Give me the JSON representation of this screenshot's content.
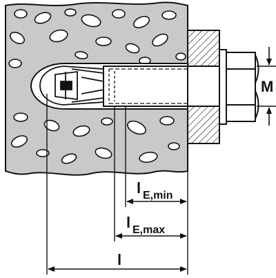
{
  "labels": {
    "m_main": "M",
    "le_min_l": "l",
    "le_min_sub": "E,min",
    "le_max_l": "l",
    "le_max_sub": "E,max",
    "l_total": "l"
  },
  "colors": {
    "line": "#111111",
    "concrete": "#c9c9c9",
    "background": "#ffffff"
  }
}
